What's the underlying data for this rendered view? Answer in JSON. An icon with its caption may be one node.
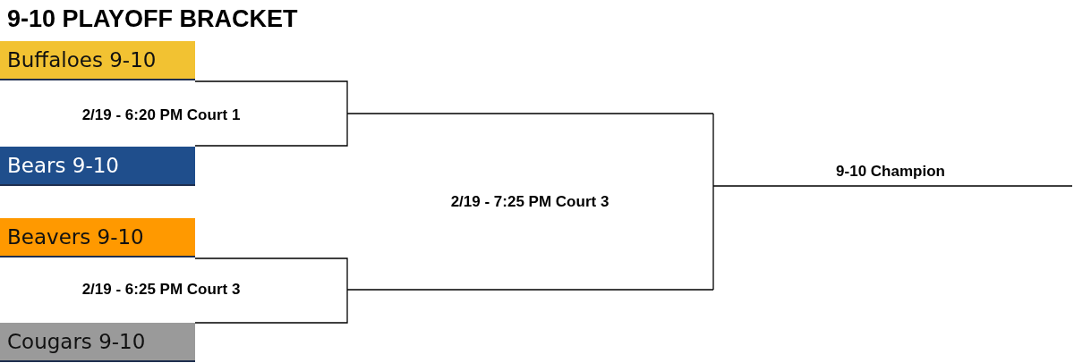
{
  "diagram": {
    "title": "9-10 PLAYOFF BRACKET",
    "nodes": [
      {
        "text": [
          "Buffaloes 9-10"
        ]
      },
      {
        "text": [
          "Bears 9-10"
        ]
      },
      {
        "text": [
          "Beavers 9-10"
        ]
      },
      {
        "text": [
          "Cougars 9-10"
        ]
      }
    ],
    "labels": [
      "2/19 - 6:20 PM Court 1",
      "9-10 Champion",
      "2/19 - 7:25 PM Court 3",
      "2/19 - 6:25 PM Court 3"
    ]
  }
}
